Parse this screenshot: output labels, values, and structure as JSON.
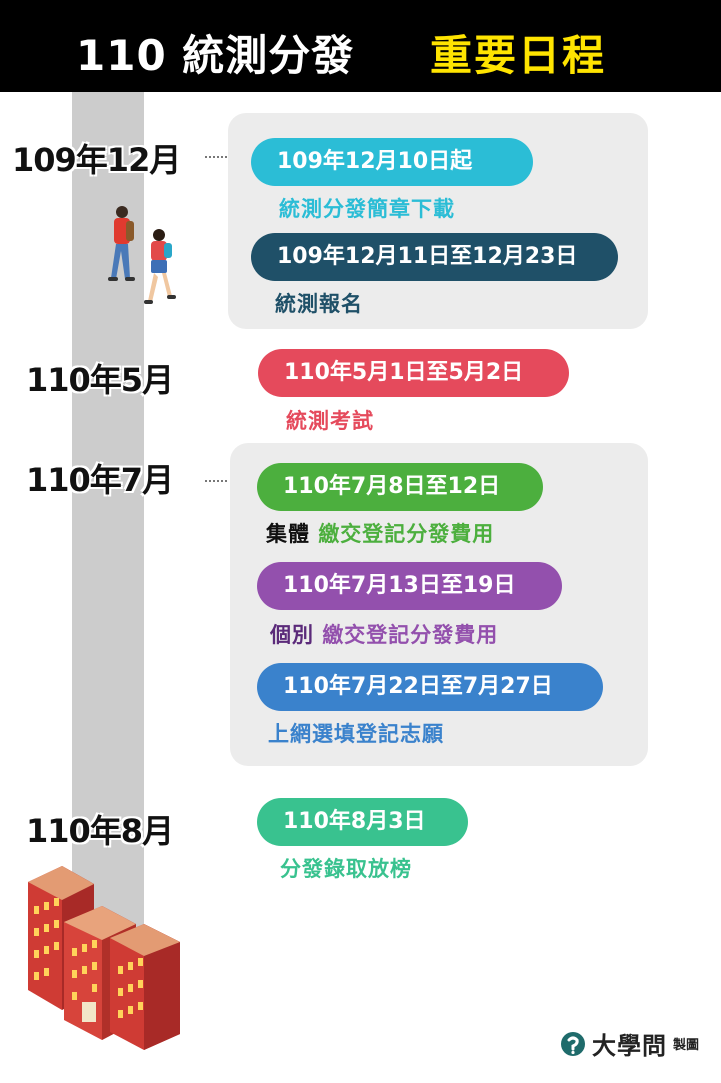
{
  "header": {
    "title_left": "110 統測分發",
    "title_right": "重要日程"
  },
  "timeline": {
    "months": [
      "109年12月",
      "110年5月",
      "110年7月",
      "110年8月"
    ],
    "events": [
      {
        "date": "109年12月10日起",
        "prefix": "",
        "text": "統測分發簡章下載",
        "color": "#2bbdd6",
        "text_color": "#2bbdd6"
      },
      {
        "date": "109年12月11日至12月23日",
        "prefix": "",
        "text": "統測報名",
        "color": "#1f5068",
        "text_color": "#1f5068"
      },
      {
        "date": "110年5月1日至5月2日",
        "prefix": "",
        "text": "統測考試",
        "color": "#e54a5c",
        "text_color": "#e54a5c"
      },
      {
        "date": "110年7月8日至12日",
        "prefix": "集體",
        "text": "繳交登記分發費用",
        "color": "#4caf3e",
        "text_color": "#4caf3e"
      },
      {
        "date": "110年7月13日至19日",
        "prefix": "個別",
        "text": "繳交登記分發費用",
        "color": "#9350ad",
        "text_color": "#9350ad"
      },
      {
        "date": "110年7月22日至7月27日",
        "prefix": "",
        "text": "上網選填登記志願",
        "color": "#3a82cc",
        "text_color": "#3a82cc"
      },
      {
        "date": "110年8月3日",
        "prefix": "",
        "text": "分發錄取放榜",
        "color": "#39c28f",
        "text_color": "#39c28f"
      }
    ]
  },
  "footer": {
    "brand": "大學問",
    "made_by": "製圖"
  },
  "icons": [
    "students-walking-illustration",
    "university-building-illustration",
    "daxuewen-logo-icon"
  ]
}
